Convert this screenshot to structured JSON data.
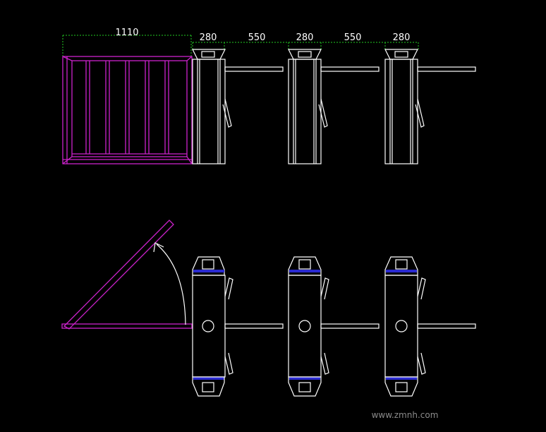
{
  "dimensions": {
    "gate_width": "1110",
    "turnstile_1": "280",
    "gap_1": "550",
    "turnstile_2": "280",
    "gap_2": "550",
    "turnstile_3": "280"
  },
  "watermark": "www.zmnh.com",
  "colors": {
    "background": "#000000",
    "line": "#ffffff",
    "gate": "#cc22cc",
    "dimension": "#22cc22",
    "accent": "#2a2ad0"
  }
}
